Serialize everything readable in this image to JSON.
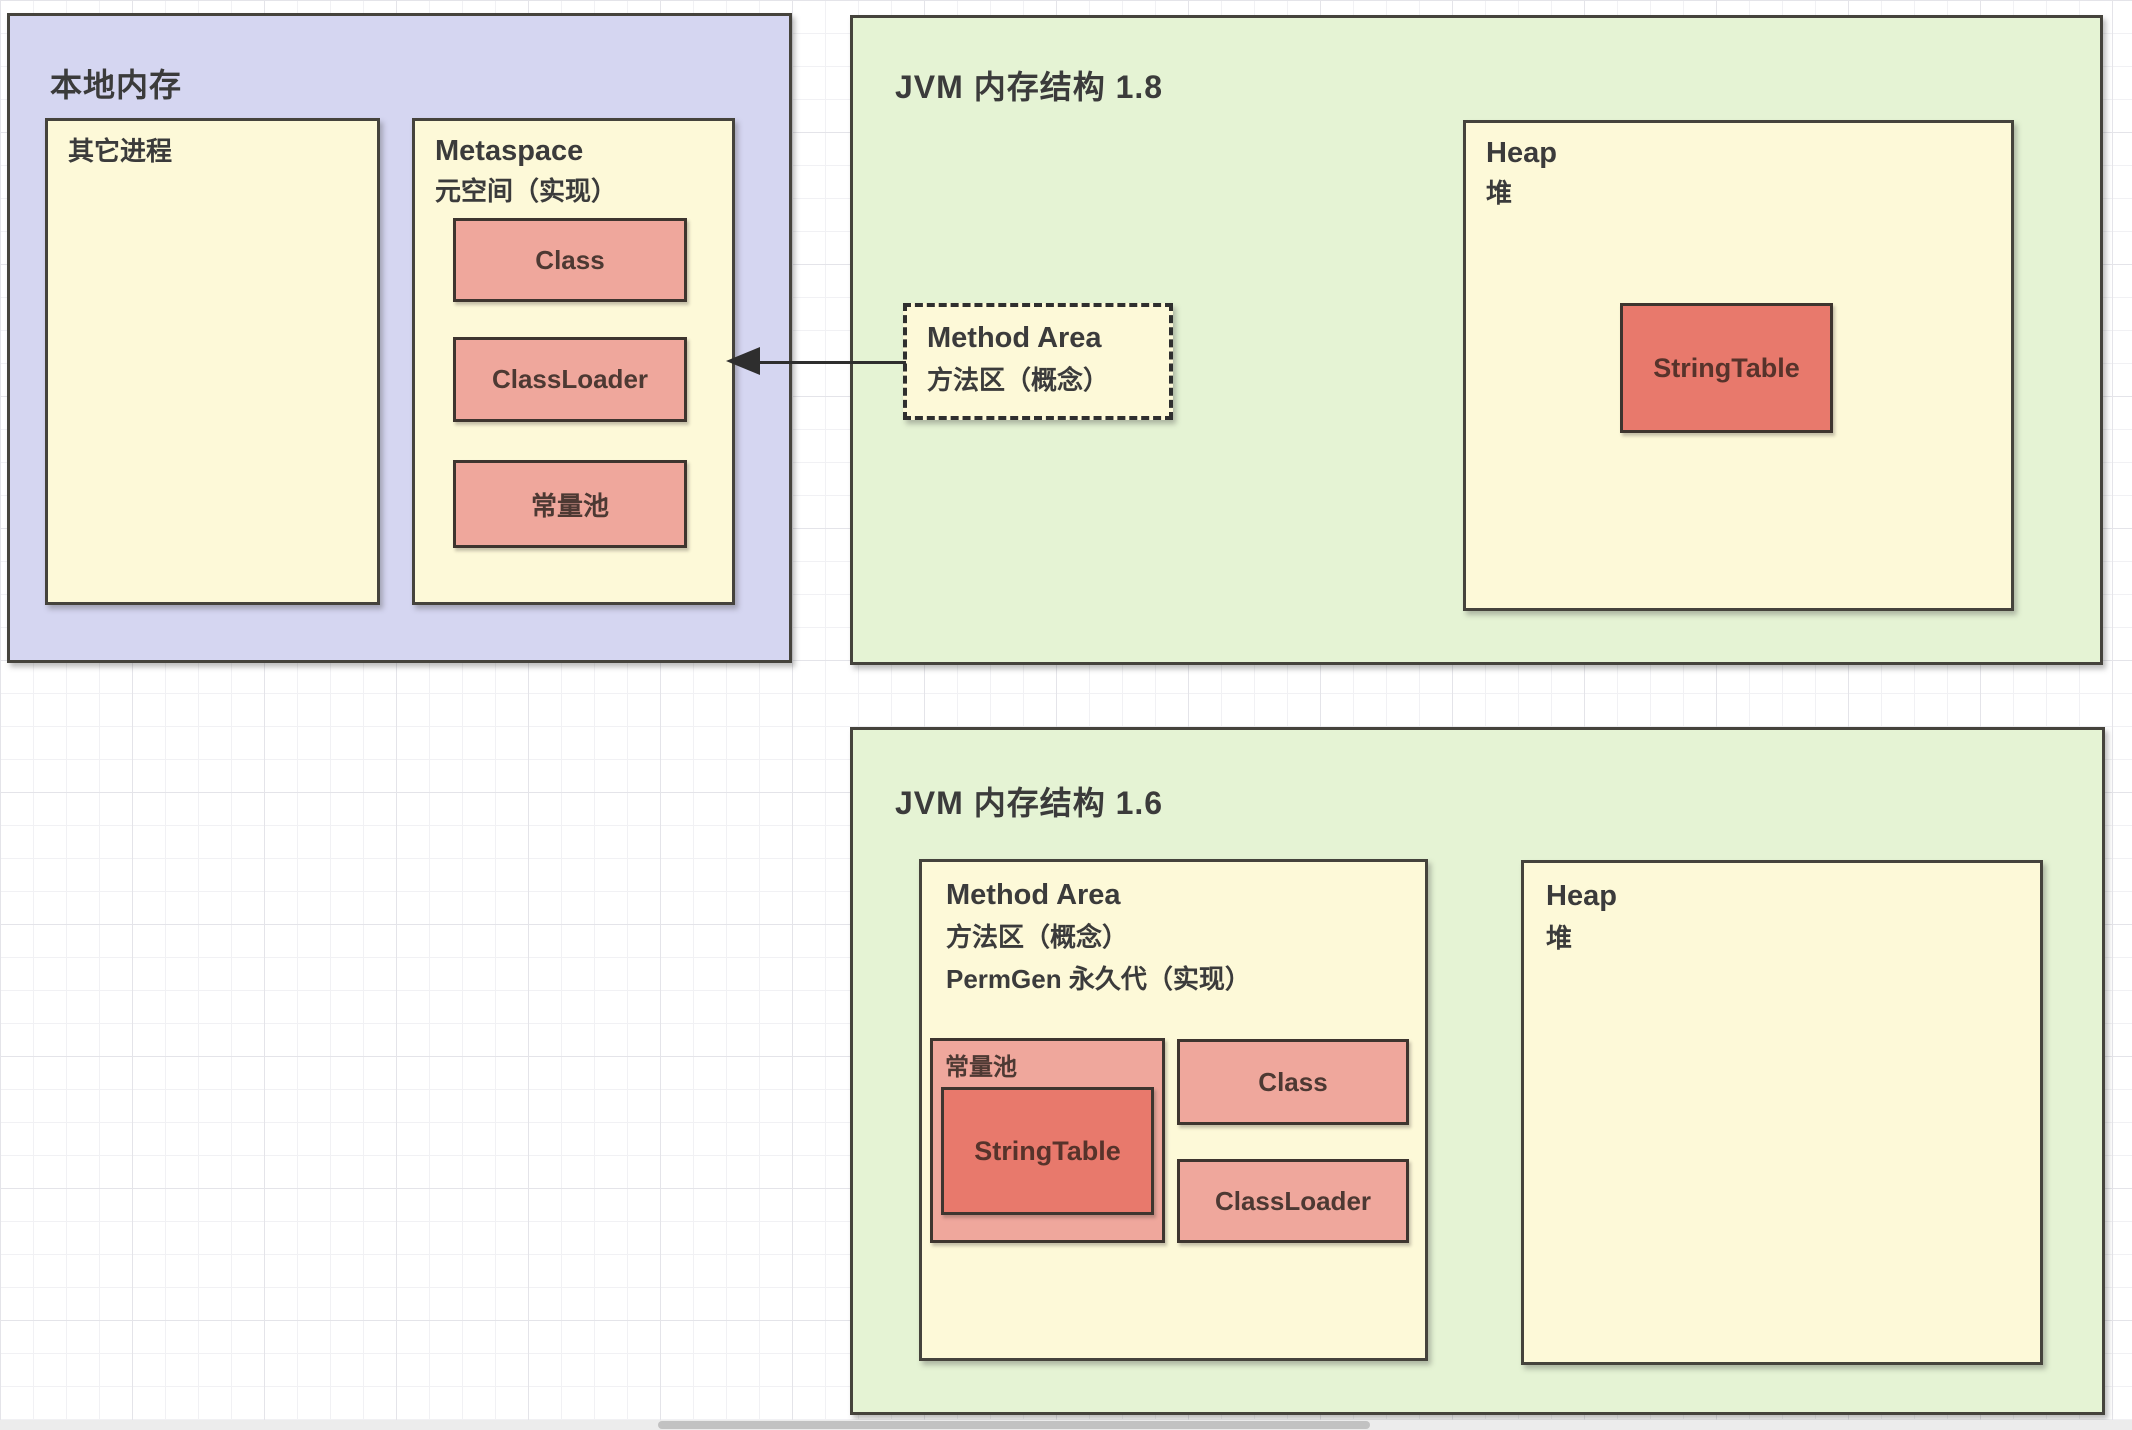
{
  "local_memory": {
    "title": "本地内存",
    "other_process_label": "其它进程",
    "metaspace": {
      "title": "Metaspace",
      "subtitle": "元空间（实现）",
      "items": [
        "Class",
        "ClassLoader",
        "常量池"
      ]
    }
  },
  "jvm_18": {
    "title": "JVM 内存结构 1.8",
    "method_area": {
      "title": "Method Area",
      "subtitle": "方法区（概念）"
    },
    "heap": {
      "title": "Heap",
      "subtitle": "堆",
      "string_table_label": "StringTable"
    }
  },
  "jvm_16": {
    "title": "JVM 内存结构 1.6",
    "method_area": {
      "title": "Method Area",
      "subtitle": "方法区（概念）",
      "impl_line": "PermGen 永久代（实现）",
      "constant_pool": {
        "label": "常量池",
        "string_table_label": "StringTable"
      },
      "class_label": "Class",
      "classloader_label": "ClassLoader"
    },
    "heap": {
      "title": "Heap",
      "subtitle": "堆"
    }
  },
  "colors": {
    "purple_fill": "#d5d6f1",
    "yellow_fill": "#fdf9d8",
    "green_fill": "#e5f3d4",
    "pink_fill": "#efa79c",
    "red_fill": "#e8796c",
    "border_dark": "#45433c",
    "text_dark": "#3b3b3b",
    "text_maroon": "#4d3933"
  },
  "scrollbar": {
    "orientation": "horizontal"
  }
}
